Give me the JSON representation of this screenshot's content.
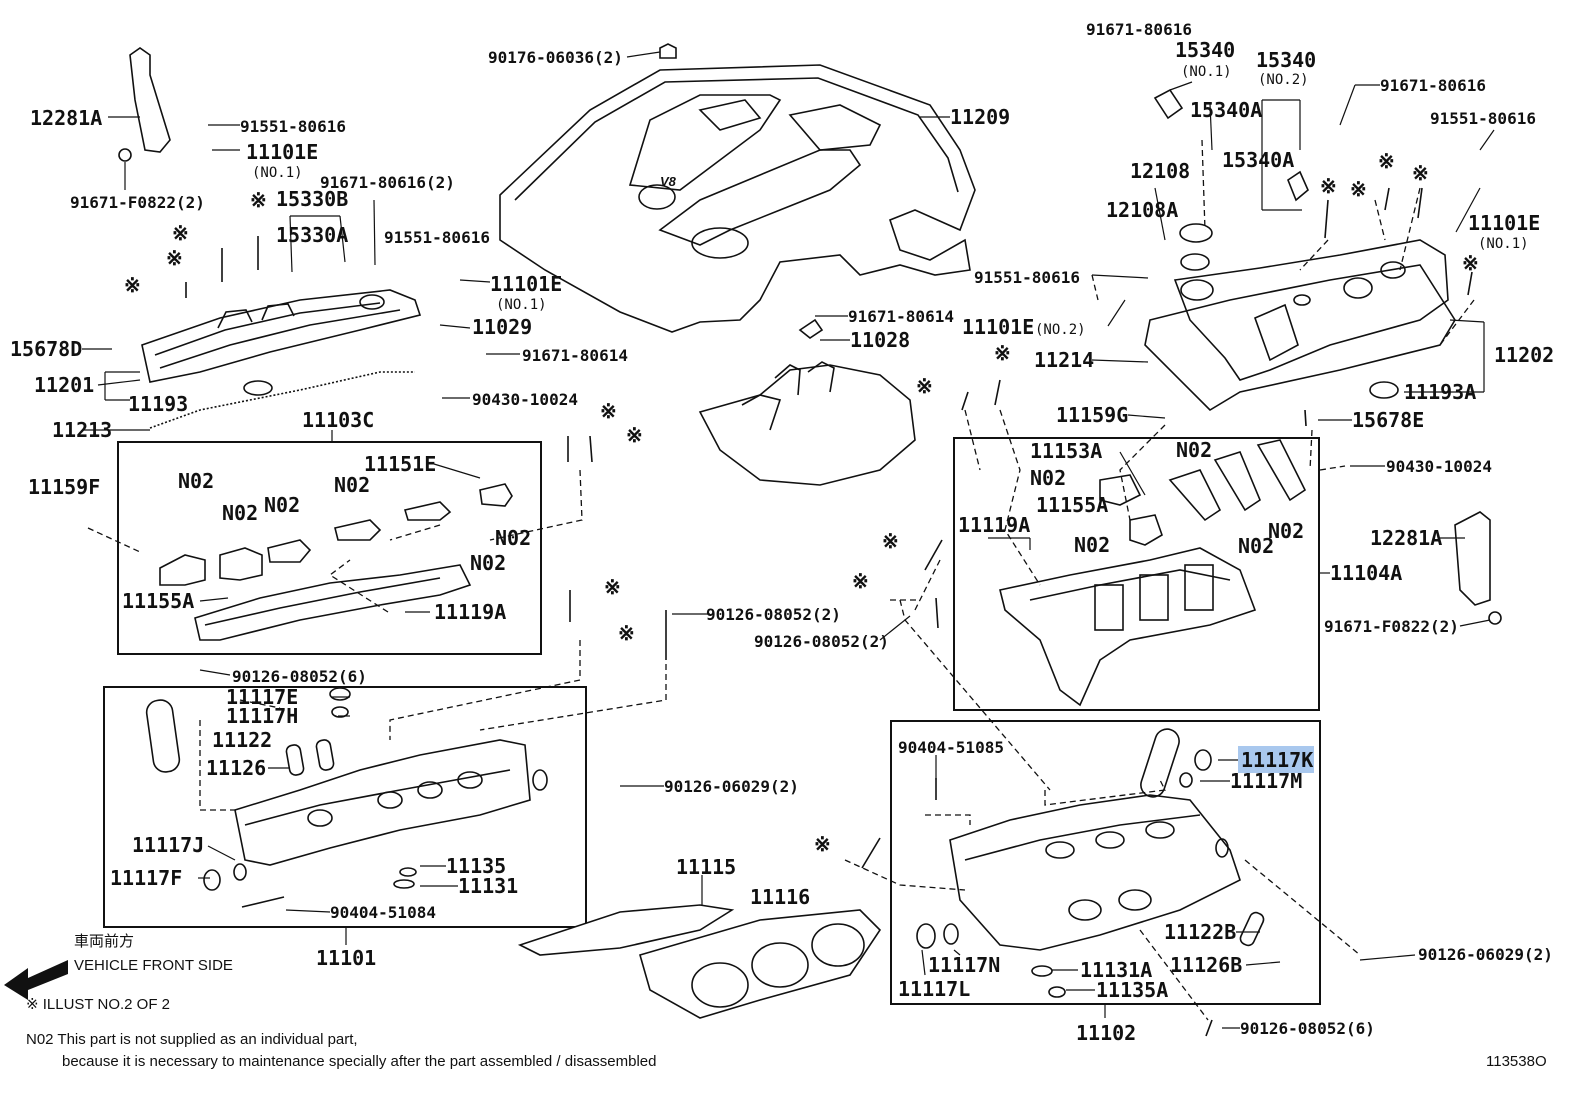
{
  "diagram": {
    "illustration_id": "113538O",
    "highlighted_part": "11117K",
    "front_direction": {
      "jp": "車両前方",
      "en": "VEHICLE FRONT SIDE"
    },
    "illust_note": "※ ILLUST NO.2 OF 2",
    "n02_note_line1": "N02 This part is not supplied as an individual part,",
    "n02_note_line2": "because it is necessary to maintenance specially after the part assembled / disassembled",
    "engine_cover_badge": "V8",
    "labels": {
      "p12281A_l": "12281A",
      "p91551_80616_a": "91551-80616",
      "p11101E_l": "11101E",
      "no1_a": "(NO.1)",
      "p91671_F0822_l": "91671-F0822(2)",
      "mark_a": "※",
      "p15330B": "15330B",
      "p91671_80616_2": "91671-80616(2)",
      "mark_b": "※",
      "p15330A": "15330A",
      "p91551_80616_b": "91551-80616",
      "mark_c": "※",
      "mark_d": "※",
      "p11101E_l2": "11101E",
      "no1_b": "(NO.1)",
      "p11029": "11029",
      "p15678D": "15678D",
      "p91671_80614_a": "91671-80614",
      "p11201": "11201",
      "p11193": "11193",
      "p90430_10024_a": "90430-10024",
      "p11213": "11213",
      "p11103C": "11103C",
      "mark_e": "※",
      "mark_f": "※",
      "p11151E": "11151E",
      "p11159F": "11159F",
      "n02_a": "N02",
      "n02_b": "N02",
      "n02_c": "N02",
      "n02_d": "N02",
      "n02_e": "N02",
      "n02_f": "N02",
      "p11155A_l": "11155A",
      "p11119A_l": "11119A",
      "mark_g": "※",
      "mark_h": "※",
      "p90126_08052_6_l": "90126-08052(6)",
      "p90126_08052_2_a": "90126-08052(2)",
      "p11117E": "11117E",
      "p11117H": "11117H",
      "p11122": "11122",
      "p11126": "11126",
      "p90126_06029_2_l": "90126-06029(2)",
      "p11117J": "11117J",
      "p11117F": "11117F",
      "p11135": "11135",
      "p11131": "11131",
      "p90404_51084": "90404-51084",
      "p11101": "11101",
      "p90176_06036": "90176-06036(2)",
      "p11209": "11209",
      "p91671_80614_b": "91671-80614",
      "p11028": "11028",
      "mark_i": "※",
      "mark_j": "※",
      "mark_k": "※",
      "mark_l": "※",
      "mark_m": "※",
      "p90126_08052_2_b": "90126-08052(2)",
      "p11115": "11115",
      "p11116": "11116",
      "p91671_80616_r1": "91671-80616",
      "p15340_a": "15340",
      "no1_c": "(NO.1)",
      "p15340_b": "15340",
      "no2_a": "(NO.2)",
      "p15340A_a": "15340A",
      "p91671_80616_r2": "91671-80616",
      "p91551_80616_r": "91551-80616",
      "p12108": "12108",
      "p15340A_b": "15340A",
      "p12108A": "12108A",
      "mark_n": "※",
      "mark_o": "※",
      "mark_p": "※",
      "mark_q": "※",
      "p11101E_r": "11101E",
      "no1_d": "(NO.1)",
      "mark_r": "※",
      "p91551_80616_c": "91551-80616",
      "p11101E_no2": "11101E",
      "no2_b": "(NO.2)",
      "p11214": "11214",
      "p11202": "11202",
      "p11193A": "11193A",
      "p11159G": "11159G",
      "p15678E": "15678E",
      "p11153A": "11153A",
      "n02_g": "N02",
      "n02_h": "N02",
      "n02_i": "N02",
      "n02_j": "N02",
      "n02_k": "N02",
      "p90430_10024_b": "90430-10024",
      "p11155A_r": "11155A",
      "p11119A_r": "11119A",
      "p11104A": "11104A",
      "p12281A_r": "12281A",
      "p91671_F0822_r": "91671-F0822(2)",
      "p90404_51085": "90404-51085",
      "p11117K": "11117K",
      "p11117M": "11117M",
      "p11122B": "11122B",
      "p11126B": "11126B",
      "p11131A": "11131A",
      "p11135A": "11135A",
      "p11117N": "11117N",
      "p11117L": "11117L",
      "p11102": "11102",
      "p90126_06029_2_r": "90126-06029(2)",
      "p90126_08052_6_r": "90126-08052(6)"
    }
  }
}
